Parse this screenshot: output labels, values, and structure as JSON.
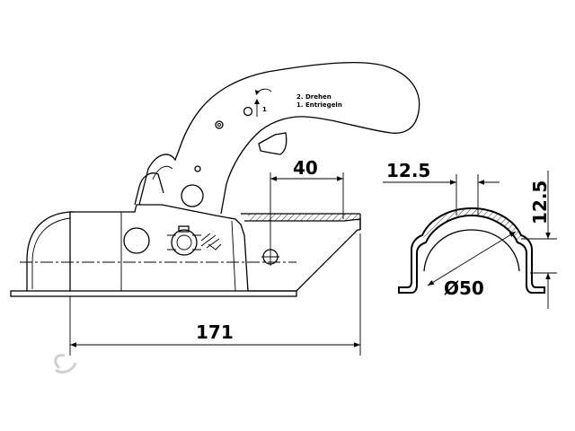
{
  "labels": {
    "handle_line_1": "2. Drehen",
    "handle_line_2": "1. Entriegeln",
    "arrow_number": "1"
  },
  "dimensions": {
    "bolt_spacing": "40",
    "overall_length": "171",
    "flange_width": "12.5",
    "flange_height": "12.5",
    "tube_diameter": "Ø50"
  },
  "colors": {
    "line": "#000000",
    "background": "#ffffff"
  }
}
